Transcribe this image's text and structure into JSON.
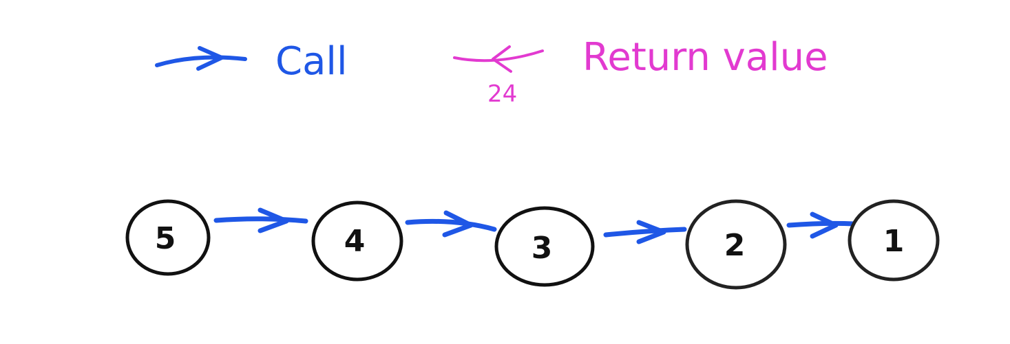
{
  "colors": {
    "call": "#1f57e6",
    "return": "#e23ad0",
    "node": "#111111",
    "background": "#ffffff"
  },
  "legend": {
    "call_label": "Call",
    "return_label": "Return value",
    "return_example_value": "24"
  },
  "nodes": [
    {
      "label": "5"
    },
    {
      "label": "4"
    },
    {
      "label": "3"
    },
    {
      "label": "2"
    },
    {
      "label": "1"
    }
  ],
  "edges": [
    {
      "from": "5",
      "to": "4",
      "type": "call"
    },
    {
      "from": "4",
      "to": "3",
      "type": "call"
    },
    {
      "from": "3",
      "to": "2",
      "type": "call"
    },
    {
      "from": "2",
      "to": "1",
      "type": "call"
    }
  ]
}
